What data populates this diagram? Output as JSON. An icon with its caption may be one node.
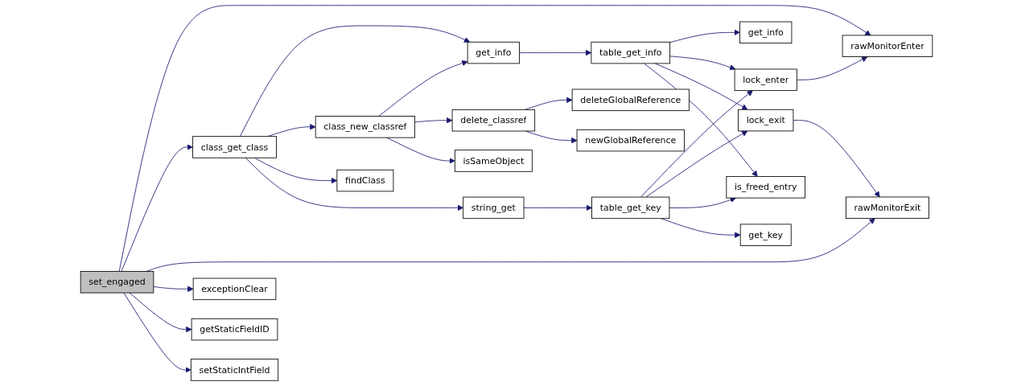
{
  "diagram": {
    "nodes": [
      {
        "text": [
          "set_engaged"
        ]
      },
      {
        "text": [
          "class_get_class"
        ]
      },
      {
        "text": [
          "exceptionClear"
        ]
      },
      {
        "text": [
          "getStaticFieldID"
        ]
      },
      {
        "text": [
          "setStaticIntField"
        ]
      },
      {
        "text": [
          "get_info"
        ]
      },
      {
        "text": [
          "class_new_classref"
        ]
      },
      {
        "text": [
          "findClass"
        ]
      },
      {
        "text": [
          "string_get"
        ]
      },
      {
        "text": [
          "delete_classref"
        ]
      },
      {
        "text": [
          "isSameObject"
        ]
      },
      {
        "text": [
          "table_get_info"
        ]
      },
      {
        "text": [
          "deleteGlobalReference"
        ]
      },
      {
        "text": [
          "newGlobalReference"
        ]
      },
      {
        "text": [
          "table_get_key"
        ]
      },
      {
        "text": [
          "get_info"
        ]
      },
      {
        "text": [
          "lock_enter"
        ]
      },
      {
        "text": [
          "lock_exit"
        ]
      },
      {
        "text": [
          "is_freed_entry"
        ]
      },
      {
        "text": [
          "get_key"
        ]
      },
      {
        "text": [
          "rawMonitorEnter"
        ]
      },
      {
        "text": [
          "rawMonitorExit"
        ]
      }
    ],
    "edges": [
      {
        "from": 0,
        "to": 20,
        "arrow": "to"
      },
      {
        "from": 0,
        "to": 1,
        "arrow": "to"
      },
      {
        "from": 0,
        "to": 21,
        "arrow": "to"
      },
      {
        "from": 0,
        "to": 2,
        "arrow": "to"
      },
      {
        "from": 0,
        "to": 3,
        "arrow": "to"
      },
      {
        "from": 0,
        "to": 4,
        "arrow": "to"
      },
      {
        "from": 1,
        "to": 5,
        "arrow": "to"
      },
      {
        "from": 1,
        "to": 6,
        "arrow": "to"
      },
      {
        "from": 1,
        "to": 7,
        "arrow": "to"
      },
      {
        "from": 1,
        "to": 8,
        "arrow": "to"
      },
      {
        "from": 6,
        "to": 5,
        "arrow": "to"
      },
      {
        "from": 6,
        "to": 9,
        "arrow": "to"
      },
      {
        "from": 6,
        "to": 10,
        "arrow": "to"
      },
      {
        "from": 9,
        "to": 12,
        "arrow": "to"
      },
      {
        "from": 9,
        "to": 13,
        "arrow": "to"
      },
      {
        "from": 5,
        "to": 11,
        "arrow": "to"
      },
      {
        "from": 11,
        "to": 15,
        "arrow": "to"
      },
      {
        "from": 11,
        "to": 16,
        "arrow": "to"
      },
      {
        "from": 11,
        "to": 17,
        "arrow": "to"
      },
      {
        "from": 11,
        "to": 18,
        "arrow": "to"
      },
      {
        "from": 8,
        "to": 14,
        "arrow": "to"
      },
      {
        "from": 14,
        "to": 16,
        "arrow": "to"
      },
      {
        "from": 14,
        "to": 17,
        "arrow": "to"
      },
      {
        "from": 14,
        "to": 18,
        "arrow": "to"
      },
      {
        "from": 14,
        "to": 19,
        "arrow": "to"
      },
      {
        "from": 16,
        "to": 20,
        "arrow": "to"
      },
      {
        "from": 17,
        "to": 21,
        "arrow": "to"
      }
    ]
  }
}
